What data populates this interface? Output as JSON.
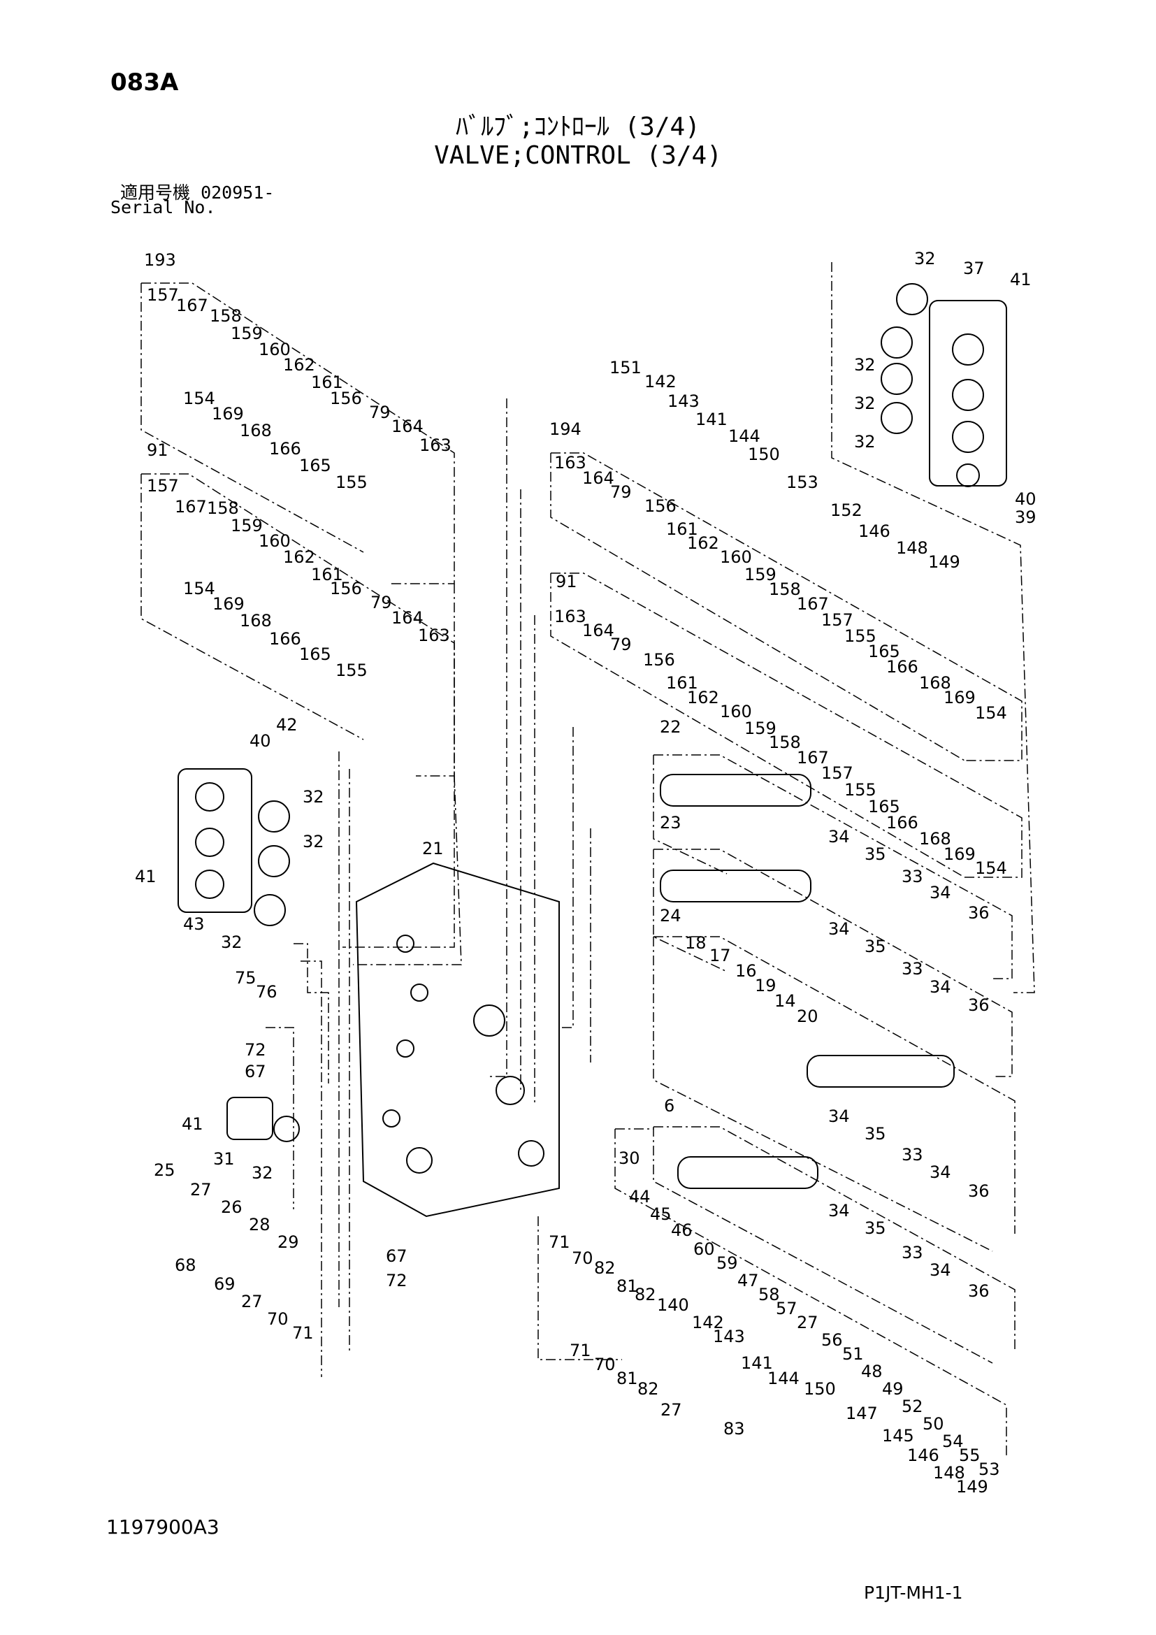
{
  "header": {
    "page_code": "083A",
    "title_jp": "ﾊﾞﾙﾌﾞ;ｺﾝﾄﾛｰﾙ (3/4)",
    "title_en": "VALVE;CONTROL (3/4)",
    "serial_label_jp": "適用号機",
    "serial_value": "020951-",
    "serial_label_en": "Serial No."
  },
  "footer": {
    "drawing_number": "1197900A3",
    "sheet_code": "P1JT-MH1-1"
  },
  "callouts": [
    "193",
    "157",
    "167",
    "158",
    "159",
    "160",
    "162",
    "161",
    "156",
    "79",
    "164",
    "163",
    "154",
    "169",
    "168",
    "166",
    "165",
    "155",
    "91",
    "157",
    "167",
    "158",
    "159",
    "160",
    "162",
    "161",
    "156",
    "79",
    "164",
    "163",
    "154",
    "169",
    "168",
    "166",
    "165",
    "155",
    "32",
    "37",
    "41",
    "32",
    "32",
    "32",
    "40",
    "39",
    "151",
    "142",
    "143",
    "141",
    "144",
    "150",
    "153",
    "152",
    "146",
    "148",
    "149",
    "194",
    "163",
    "164",
    "79",
    "156",
    "161",
    "162",
    "160",
    "159",
    "158",
    "167",
    "157",
    "155",
    "165",
    "166",
    "168",
    "169",
    "154",
    "91",
    "163",
    "164",
    "79",
    "156",
    "161",
    "162",
    "160",
    "159",
    "158",
    "167",
    "157",
    "155",
    "165",
    "166",
    "168",
    "169",
    "154",
    "42",
    "40",
    "32",
    "32",
    "41",
    "43",
    "32",
    "21",
    "75",
    "76",
    "72",
    "67",
    "41",
    "31",
    "32",
    "22",
    "34",
    "35",
    "33",
    "34",
    "36",
    "23",
    "34",
    "35",
    "33",
    "34",
    "36",
    "24",
    "18",
    "17",
    "16",
    "19",
    "14",
    "20",
    "34",
    "35",
    "33",
    "34",
    "36",
    "6",
    "34",
    "35",
    "33",
    "34",
    "36",
    "30",
    "44",
    "45",
    "46",
    "60",
    "59",
    "47",
    "58",
    "57",
    "27",
    "56",
    "51",
    "48",
    "49",
    "52",
    "50",
    "54",
    "55",
    "53",
    "25",
    "27",
    "26",
    "28",
    "29",
    "68",
    "69",
    "27",
    "70",
    "71",
    "67",
    "72",
    "71",
    "70",
    "82",
    "81",
    "82",
    "140",
    "142",
    "143",
    "71",
    "70",
    "81",
    "82",
    "27",
    "83",
    "141",
    "144",
    "150",
    "147",
    "145",
    "146",
    "148",
    "149"
  ]
}
